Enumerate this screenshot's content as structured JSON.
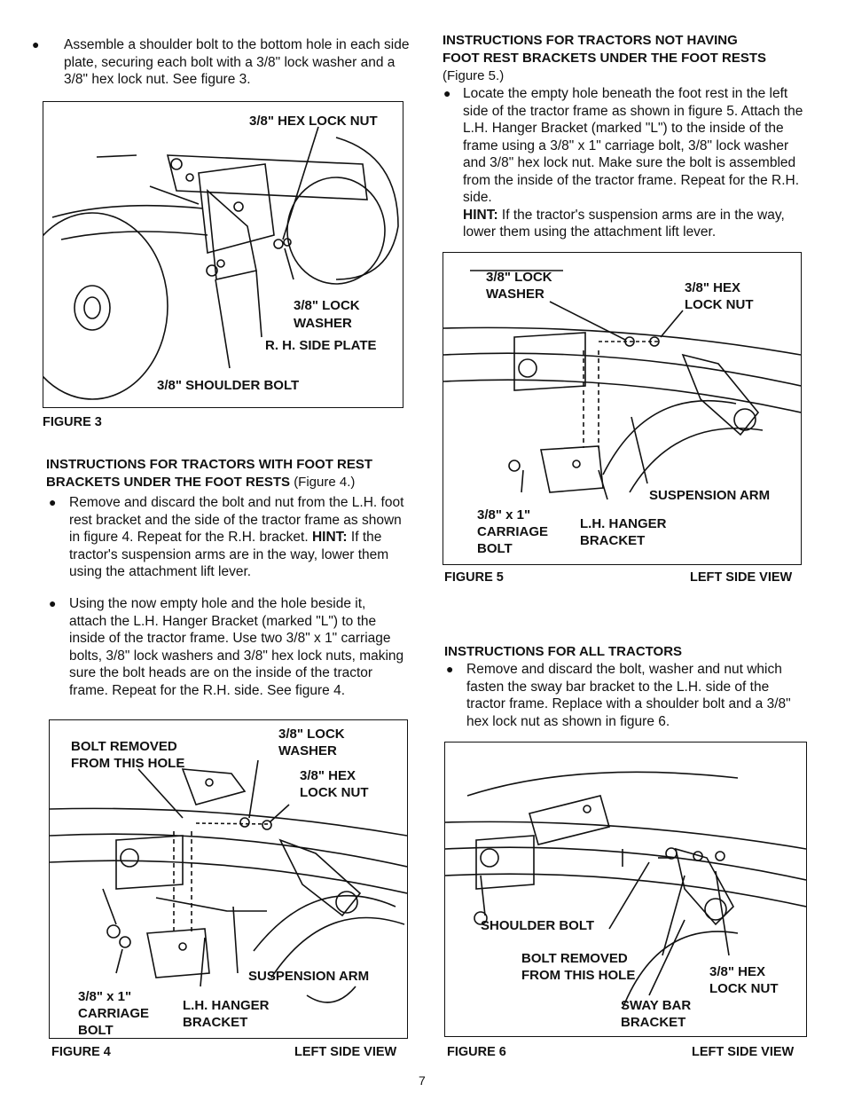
{
  "left": {
    "intro_bullet": "Assemble a shoulder bolt to the bottom hole in each side plate, securing each bolt with a 3/8\" lock washer and a 3/8\" hex lock nut. See figure 3.",
    "figure3": {
      "callouts": {
        "hex_lock_nut": "3/8\" HEX LOCK NUT",
        "lock_washer_1": "3/8\" LOCK",
        "lock_washer_2": "WASHER",
        "side_plate": "R. H. SIDE PLATE",
        "shoulder_bolt": "3/8\" SHOULDER BOLT"
      },
      "caption": "FIGURE 3"
    },
    "section_with": {
      "heading_1": "INSTRUCTIONS FOR TRACTORS WITH FOOT REST",
      "heading_2": "BRACKETS UNDER THE FOOT RESTS",
      "heading_ref": "(Figure 4.)",
      "bullet1_text": "Remove and discard the bolt and nut from the L.H. foot rest bracket and the side of the tractor frame as shown in figure 4. Repeat for the R.H. bracket.",
      "hint_label": "HINT:",
      "hint_text": "If the tractor's suspension arms are in the way, lower them using the attachment lift lever.",
      "bullet2_text": "Using the now empty hole and the hole beside it, attach the L.H. Hanger Bracket (marked \"L\") to the inside of the tractor frame. Use two 3/8\" x 1\" carriage bolts, 3/8\" lock washers and 3/8\" hex lock nuts, making sure the bolt heads are on the inside of the tractor frame. Repeat for the R.H. side. See figure 4."
    },
    "figure4": {
      "callouts": {
        "bolt_removed_1": "BOLT REMOVED",
        "bolt_removed_2": "FROM THIS HOLE",
        "lock_washer_1": "3/8\" LOCK",
        "lock_washer_2": "WASHER",
        "hex_nut_1": "3/8\" HEX",
        "hex_nut_2": "LOCK NUT",
        "suspension_arm": "SUSPENSION ARM",
        "carriage_1": "3/8\" x 1\"",
        "carriage_2": "CARRIAGE",
        "carriage_3": "BOLT",
        "hanger_1": "L.H. HANGER",
        "hanger_2": "BRACKET"
      },
      "caption": "FIGURE 4",
      "view": "LEFT SIDE VIEW"
    }
  },
  "right": {
    "section_not": {
      "heading_1": "INSTRUCTIONS FOR TRACTORS NOT HAVING",
      "heading_2": "FOOT REST BRACKETS UNDER THE FOOT RESTS",
      "heading_ref": "(Figure 5.)",
      "bullet_text": "Locate the empty hole beneath the foot rest in the left side of the tractor frame as shown in figure 5. Attach the L.H. Hanger Bracket (marked \"L\") to the inside of the frame using a 3/8\" x 1\" carriage bolt, 3/8\" lock washer and 3/8\" hex lock nut. Make sure the bolt is assembled from the inside of the tractor frame. Repeat for the R.H. side.",
      "hint_label": "HINT:",
      "hint_text": "If the tractor's suspension arms are in the way, lower them using the attachment lift lever."
    },
    "figure5": {
      "callouts": {
        "lock_washer_1": "3/8\" LOCK",
        "lock_washer_2": "WASHER",
        "hex_nut_1": "3/8\" HEX",
        "hex_nut_2": "LOCK NUT",
        "suspension_arm": "SUSPENSION ARM",
        "carriage_1": "3/8\" x 1\"",
        "carriage_2": "CARRIAGE",
        "carriage_3": "BOLT",
        "hanger_1": "L.H. HANGER",
        "hanger_2": "BRACKET"
      },
      "caption": "FIGURE 5",
      "view": "LEFT SIDE VIEW"
    },
    "section_all": {
      "heading": "INSTRUCTIONS FOR ALL TRACTORS",
      "bullet_text": "Remove and discard the bolt, washer and nut which fasten the sway bar bracket to the L.H. side of the tractor frame. Replace with a shoulder bolt and a 3/8\" hex lock nut as shown in figure 6."
    },
    "figure6": {
      "callouts": {
        "shoulder_bolt": "SHOULDER BOLT",
        "bolt_removed_1": "BOLT REMOVED",
        "bolt_removed_2": "FROM THIS HOLE",
        "hex_nut_1": "3/8\" HEX",
        "hex_nut_2": "LOCK NUT",
        "sway_bar_1": "SWAY BAR",
        "sway_bar_2": "BRACKET"
      },
      "caption": "FIGURE 6",
      "view": "LEFT SIDE VIEW"
    }
  },
  "page_number": "7"
}
